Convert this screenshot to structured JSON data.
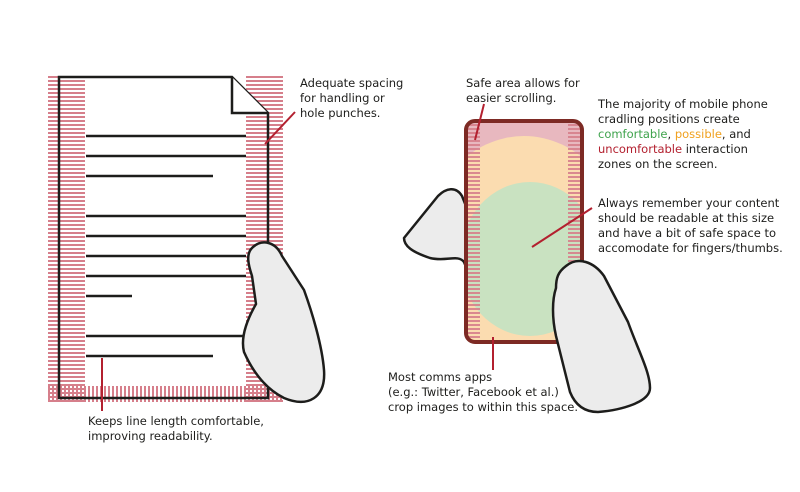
{
  "colors": {
    "stroke": "#1d1d1b",
    "stripe": "#d67f8b",
    "leader": "#b3202f",
    "comfortable": "#3fa34d",
    "possible": "#f0a11f",
    "uncomfortable": "#b3202f",
    "zone_uncomfortable_fill": "#e8b8bf",
    "zone_possible_fill": "#fbdcb0",
    "zone_comfortable_fill": "#c9e2c1",
    "phone_frame": "#7d2a24",
    "hand_fill": "#ececec"
  },
  "icons": [
    "document-icon",
    "left-hand-icon",
    "right-hand-icon",
    "phone-icon"
  ],
  "annotations": {
    "adequate_spacing": {
      "line1": "Adequate spacing",
      "line2": "for handling or",
      "line3": "hole punches."
    },
    "line_length": {
      "line1": "Keeps line length comfortable,",
      "line2": "improving readability."
    },
    "safe_area": {
      "line1": "Safe area allows for",
      "line2": "easier scrolling."
    },
    "cradling": {
      "line1": "The majority of mobile phone",
      "line2": "cradling positions create",
      "comfortable": "comfortable",
      "sep1": ", ",
      "possible": "possible",
      "sep2": ", and",
      "uncomfortable": "uncomfortable",
      "tail": " interaction",
      "line5": "zones on the screen."
    },
    "readable": {
      "line1": "Always remember your content",
      "line2": "should be readable at this size",
      "line3": "and have a bit of safe space to",
      "line4": "accomodate for fingers/thumbs."
    },
    "comms_apps": {
      "line1": "Most comms apps",
      "line2": "(e.g.: Twitter, Facebook et al.)",
      "line3": "crop images to within this space."
    }
  }
}
